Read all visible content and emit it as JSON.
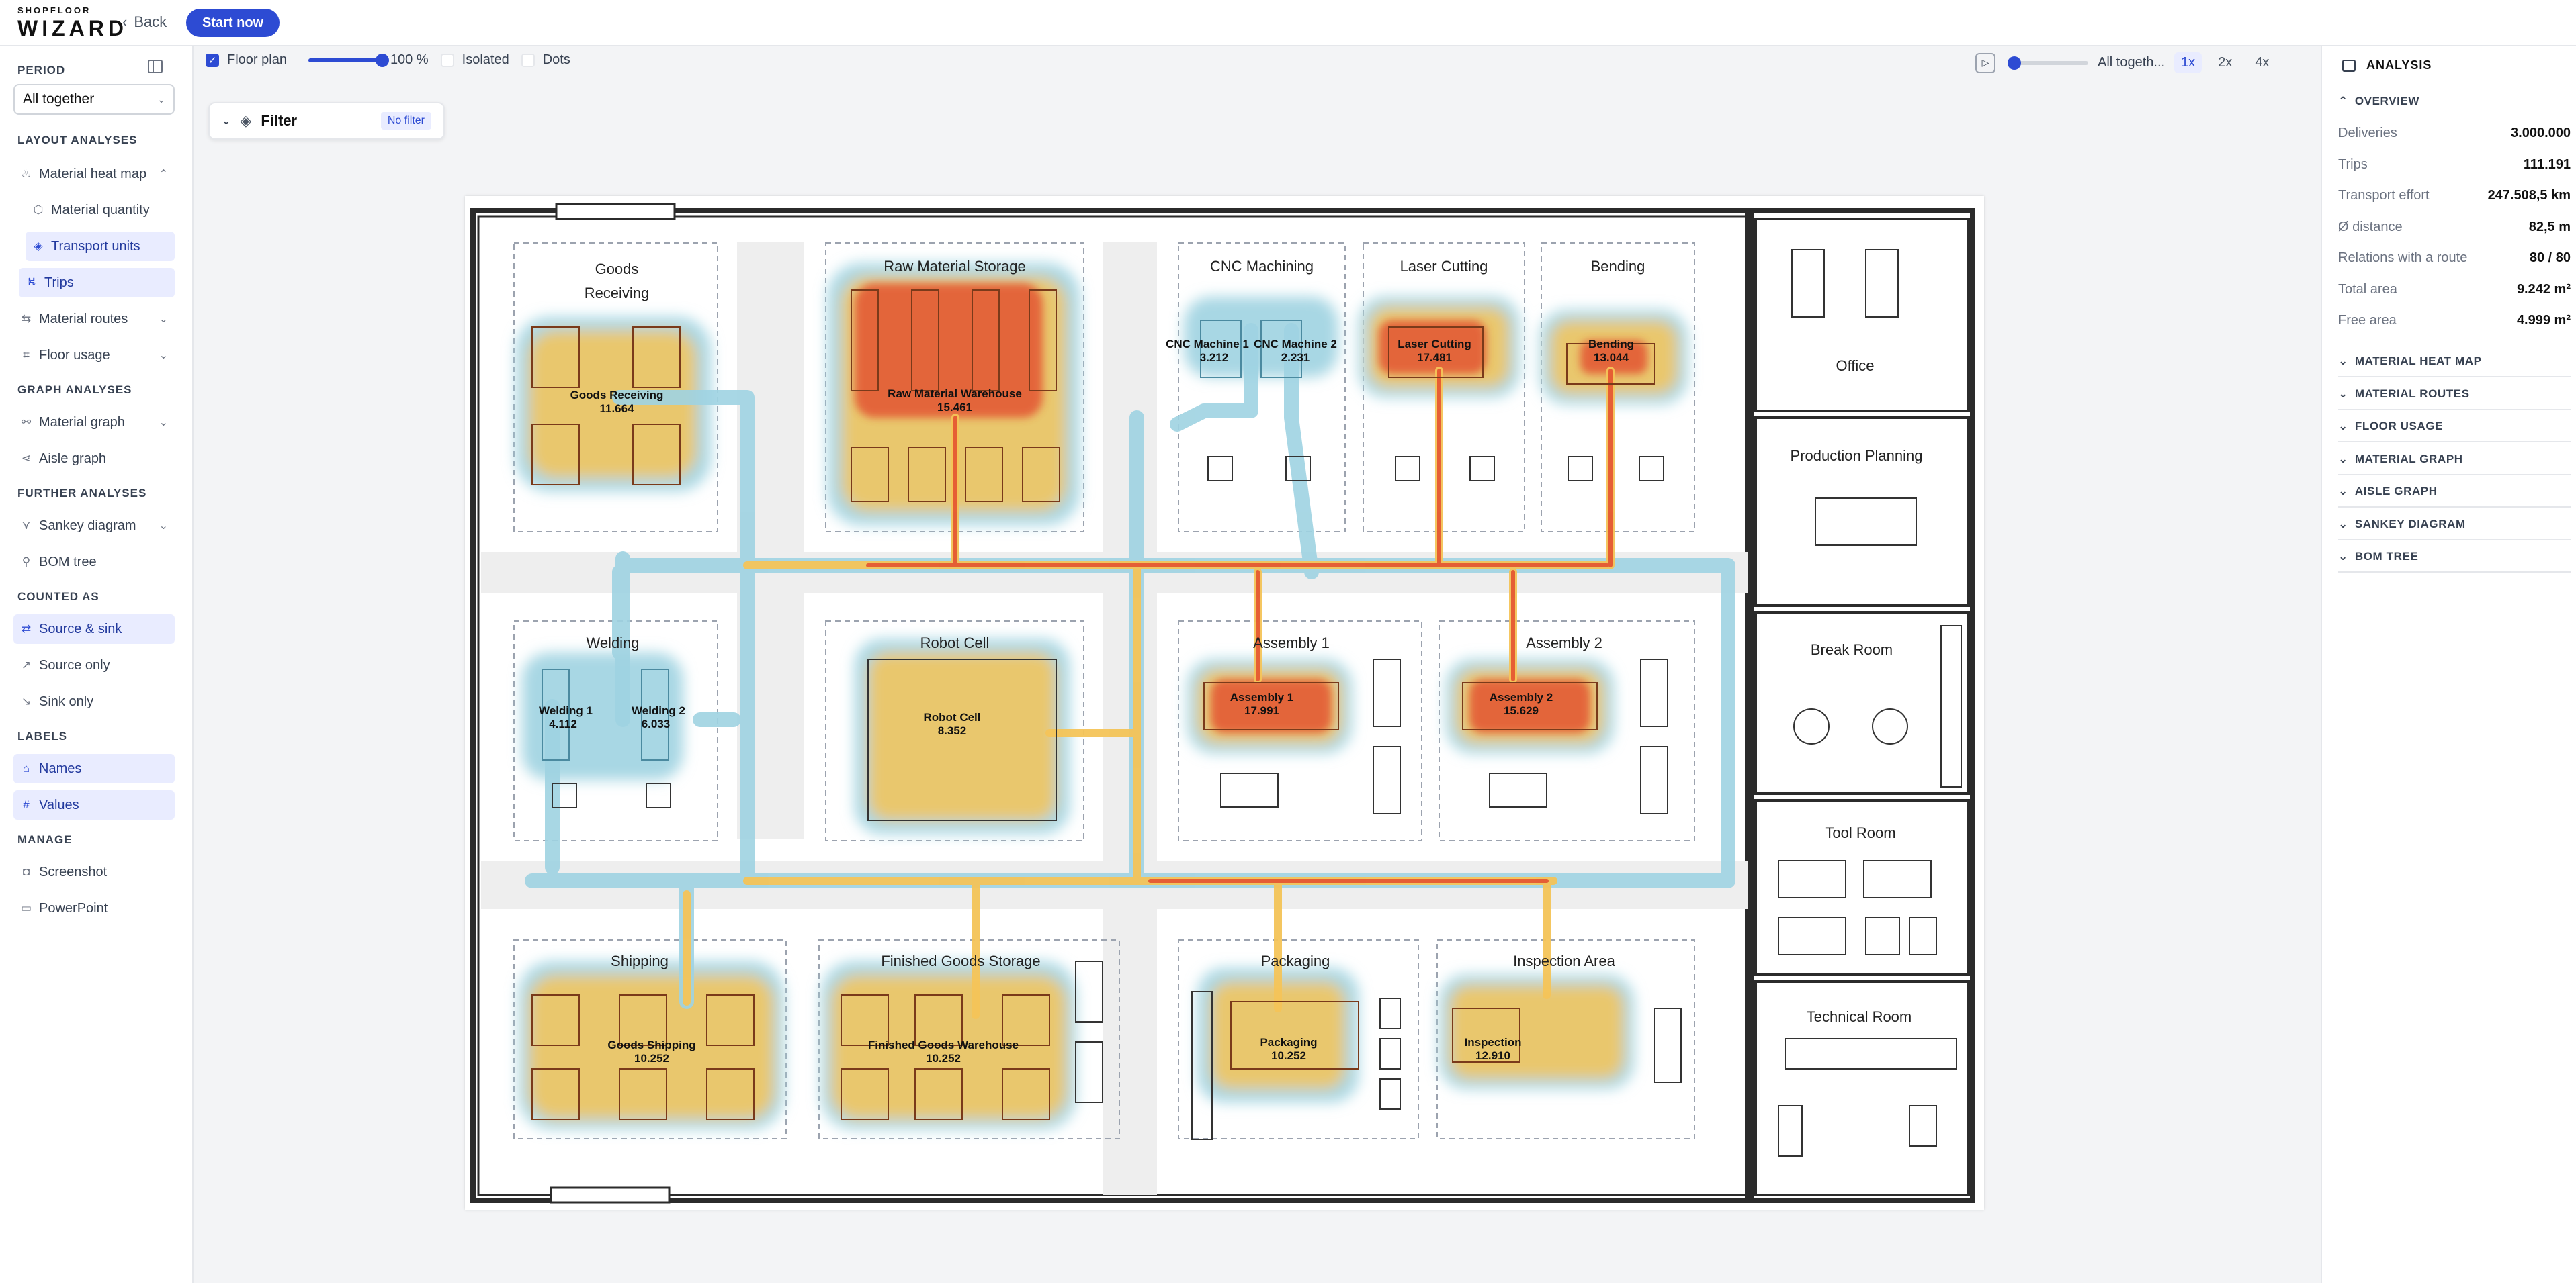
{
  "app": {
    "brand_top": "SHOPFLOOR",
    "brand_main": "WIZARD",
    "back_label": "Back",
    "start_label": "Start now"
  },
  "sidebar": {
    "period_head": "PERIOD",
    "period_value": "All together",
    "layout_head": "LAYOUT ANALYSES",
    "material_heat_map": "Material heat map",
    "material_quantity": "Material quantity",
    "transport_units": "Transport units",
    "trips": "Trips",
    "material_routes": "Material routes",
    "floor_usage": "Floor usage",
    "graph_head": "GRAPH ANALYSES",
    "material_graph": "Material graph",
    "aisle_graph": "Aisle graph",
    "further_head": "FURTHER ANALYSES",
    "sankey": "Sankey diagram",
    "bom_tree": "BOM tree",
    "counted_head": "COUNTED AS",
    "source_sink": "Source & sink",
    "source_only": "Source only",
    "sink_only": "Sink only",
    "labels_head": "LABELS",
    "names": "Names",
    "values": "Values",
    "manage_head": "MANAGE",
    "screenshot": "Screenshot",
    "powerpoint": "PowerPoint"
  },
  "toolbar": {
    "floor_plan": "Floor plan",
    "opacity": "100 %",
    "opacity_level": 1.0,
    "isolated": "Isolated",
    "dots": "Dots",
    "timeline_label": "All togeth...",
    "timeline_level": 0.0,
    "speed_1": "1x",
    "speed_2": "2x",
    "speed_4": "4x"
  },
  "filter": {
    "label": "Filter",
    "badge": "No filter"
  },
  "analysis": {
    "title": "ANALYSIS",
    "overview": "OVERVIEW",
    "rows": [
      {
        "k": "Deliveries",
        "v": "3.000.000"
      },
      {
        "k": "Trips",
        "v": "111.191"
      },
      {
        "k": "Transport effort",
        "v": "247.508,5 km"
      },
      {
        "k": "Ø distance",
        "v": "82,5 m"
      },
      {
        "k": "Relations with a route",
        "v": "80 / 80"
      },
      {
        "k": "Total area",
        "v": "9.242 m²"
      },
      {
        "k": "Free area",
        "v": "4.999 m²"
      }
    ],
    "sections": [
      "MATERIAL HEAT MAP",
      "MATERIAL ROUTES",
      "FLOOR USAGE",
      "MATERIAL GRAPH",
      "AISLE GRAPH",
      "SANKEY DIAGRAM",
      "BOM TREE"
    ]
  },
  "floor": {
    "rooms": {
      "goods_receiving_1": "Goods",
      "goods_receiving_2": "Receiving",
      "raw_storage": "Raw Material Storage",
      "cnc": "CNC Machining",
      "laser": "Laser Cutting",
      "bending": "Bending",
      "welding": "Welding",
      "robot": "Robot Cell",
      "assembly1": "Assembly 1",
      "assembly2": "Assembly 2",
      "shipping": "Shipping",
      "fg_storage": "Finished Goods Storage",
      "packaging": "Packaging",
      "inspection_area": "Inspection Area",
      "office": "Office",
      "production_planning": "Production Planning",
      "break_room": "Break Room",
      "tool_room": "Tool Room",
      "technical_room": "Technical Room"
    },
    "stations": {
      "goods_receiving": {
        "name": "Goods Receiving",
        "value": "11.664"
      },
      "raw_warehouse": {
        "name": "Raw Material Warehouse",
        "value": "15.461"
      },
      "cnc1": {
        "name": "CNC Machine 1",
        "value": "3.212"
      },
      "cnc2": {
        "name": "CNC Machine 2",
        "value": "2.231"
      },
      "laser": {
        "name": "Laser Cutting",
        "value": "17.481"
      },
      "bending": {
        "name": "Bending",
        "value": "13.044"
      },
      "welding1": {
        "name": "Welding 1",
        "value": "4.112"
      },
      "welding2": {
        "name": "Welding 2",
        "value": "6.033"
      },
      "robot": {
        "name": "Robot Cell",
        "value": "8.352"
      },
      "assembly1": {
        "name": "Assembly 1",
        "value": "17.991"
      },
      "assembly2": {
        "name": "Assembly 2",
        "value": "15.629"
      },
      "shipping": {
        "name": "Goods Shipping",
        "value": "10.252"
      },
      "fg_warehouse": {
        "name": "Finished Goods Warehouse",
        "value": "10.252"
      },
      "packaging": {
        "name": "Packaging",
        "value": "10.252"
      },
      "inspection": {
        "name": "Inspection",
        "value": "12.910"
      }
    }
  },
  "colors": {
    "accent": "#2d4bd3",
    "heat_hot": "#e2452a",
    "heat_mid": "#f3b34a",
    "heat_cool": "#7ec3d6"
  }
}
